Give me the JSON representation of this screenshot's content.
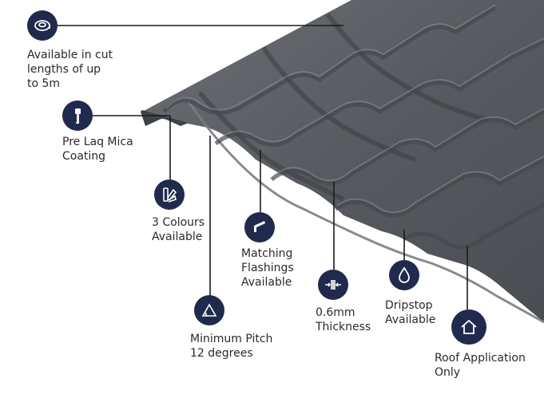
{
  "colors": {
    "badge": "#1f2a4d",
    "leader": "#1b1b1b",
    "text": "#2a2a2a",
    "tile": "#5a5d62"
  },
  "features": [
    {
      "id": "lengths",
      "icon": "tape-measure-icon",
      "text": "Available in cut\nlengths of up\nto 5m"
    },
    {
      "id": "coating",
      "icon": "paint-brush-icon",
      "text": "Pre Laq Mica\nCoating"
    },
    {
      "id": "colours",
      "icon": "colour-swatch-icon",
      "text": "3 Colours\nAvailable"
    },
    {
      "id": "flashings",
      "icon": "flashing-icon",
      "text": "Matching\nFlashings\nAvailable"
    },
    {
      "id": "pitch",
      "icon": "pitch-angle-icon",
      "text": "Minimum Pitch\n12 degrees"
    },
    {
      "id": "thickness",
      "icon": "thickness-icon",
      "text": "0.6mm\nThickness"
    },
    {
      "id": "dripstop",
      "icon": "water-drop-icon",
      "text": "Dripstop\nAvailable"
    },
    {
      "id": "roof",
      "icon": "house-icon",
      "text": "Roof Application\nOnly"
    }
  ]
}
